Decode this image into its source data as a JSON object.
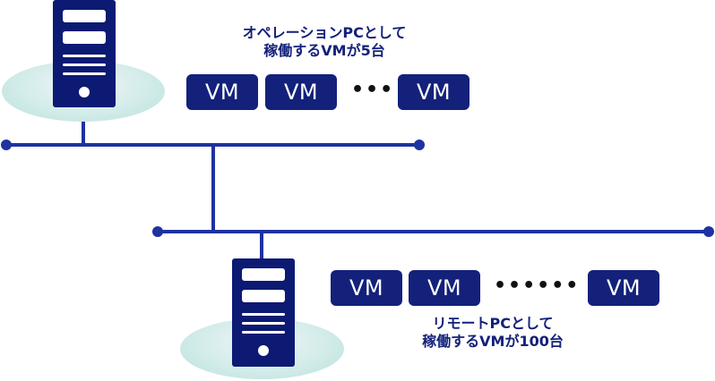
{
  "colors": {
    "network_line": "#1e32a0",
    "server_body": "#0c1a73",
    "vm_box": "#13217a",
    "caption_text": "#13217a",
    "platform": "#c8e6e2"
  },
  "operation_group": {
    "caption_line1": "オペレーションPCとして",
    "caption_line2": "稼働するVMが5台",
    "vm_labels": [
      "VM",
      "VM",
      "VM"
    ],
    "ellipsis": "•••",
    "server_icon": "server-tower-icon"
  },
  "remote_group": {
    "caption_line1": "リモートPCとして",
    "caption_line2": "稼働するVMが100台",
    "vm_labels": [
      "VM",
      "VM",
      "VM"
    ],
    "ellipsis": "••••••",
    "server_icon": "server-tower-icon"
  }
}
